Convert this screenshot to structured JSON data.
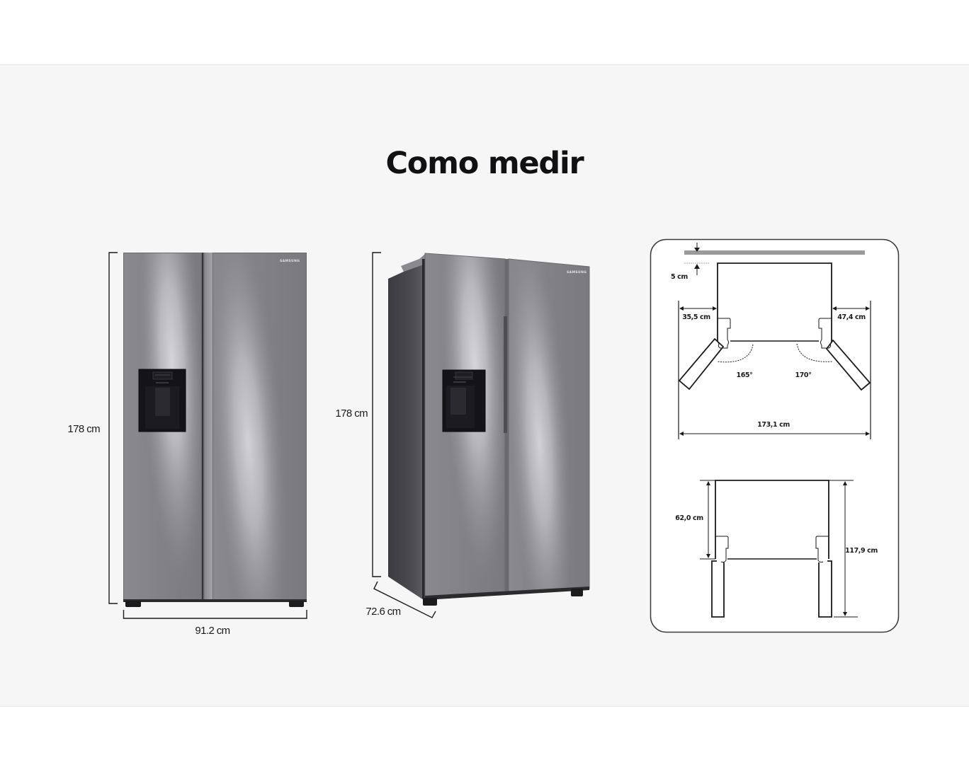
{
  "title": "Como medir",
  "front_view": {
    "brand": "SAMSUNG",
    "height_label": "178 cm",
    "width_label": "91.2 cm"
  },
  "side_view": {
    "brand": "SAMSUNG",
    "height_label": "178 cm",
    "depth_label": "72.6 cm"
  },
  "clearance_diagram": {
    "top_view": {
      "wall_gap": "5 cm",
      "left_clearance": "35,5 cm",
      "right_clearance": "47,4 cm",
      "left_door_angle": "165°",
      "right_door_angle": "170°",
      "total_width": "173,1 cm"
    },
    "door_depth_view": {
      "body_depth": "62,0 cm",
      "total_depth": "117,9 cm"
    }
  },
  "colors": {
    "background_band": "#f6f6f6",
    "page": "#ffffff",
    "title": "#111113",
    "stainless_dark": "#76767a",
    "stainless_light": "#d4d4d8",
    "dispenser": "#141418",
    "wall": "#9a9a9c"
  }
}
